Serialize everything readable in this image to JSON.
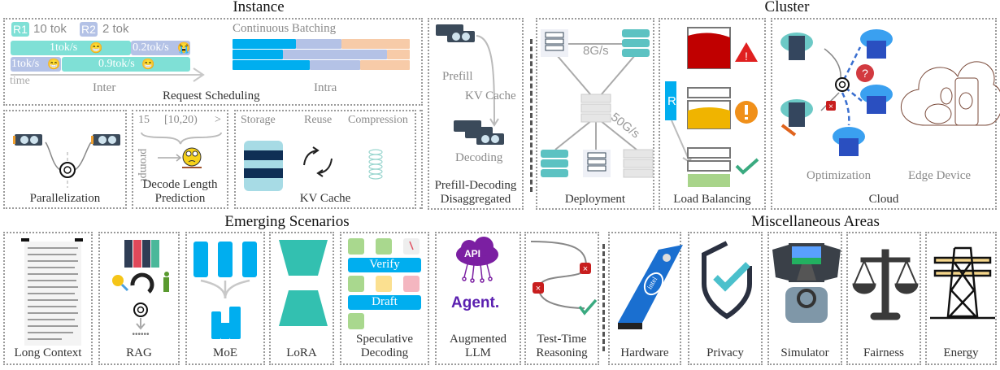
{
  "sections": {
    "instance": "Instance",
    "cluster": "Cluster",
    "emerging": "Emerging Scenarios",
    "misc": "Miscellaneous Areas"
  },
  "request_scheduling": {
    "title": "Request Scheduling",
    "inter": {
      "label": "Inter",
      "r1_tag": "R1",
      "r1_tok": "10 tok",
      "r2_tag": "R2",
      "r2_tok": "2 tok",
      "row1": [
        "1tok/s",
        "0.2tok/s"
      ],
      "row2": [
        "1tok/s",
        "0.9tok/s"
      ],
      "axis_label": "time",
      "r1_color": "#7fe0d6",
      "r2_color": "#b4c2e6"
    },
    "intra": {
      "label": "Intra",
      "heading": "Continuous Batching",
      "colors": [
        "#00aeef",
        "#b4c2e6",
        "#f7cba8"
      ]
    }
  },
  "parallelization": {
    "title": "Parallelization",
    "icons": [
      "gpu-icon",
      "openai-icon",
      "gpu-icon"
    ]
  },
  "decode_length": {
    "title_line1": "Decode Length",
    "title_line2": "Prediction",
    "bins": [
      "15",
      "[10,20)",
      ">"
    ],
    "input_label": "prompt"
  },
  "kv_cache": {
    "title": "KV Cache",
    "items": [
      "Storage",
      "Reuse",
      "Compression"
    ]
  },
  "pd_disagg": {
    "title_line1": "Prefill-Decoding",
    "title_line2": "Disaggregated",
    "prefill": "Prefill",
    "transfer": "KV Cache",
    "decoding": "Decoding"
  },
  "deployment": {
    "title": "Deployment",
    "link_top": "8G/s",
    "link_bottom": "50G/s"
  },
  "load_balancing": {
    "title": "Load Balancing",
    "request": "R",
    "status_colors": [
      "#c00000",
      "#f0b400",
      "#a8d48a"
    ]
  },
  "cloud": {
    "title": "Cloud",
    "optimization": "Optimization",
    "edge": "Edge Device"
  },
  "emerging_items": [
    {
      "label": "Long Context"
    },
    {
      "label": "RAG"
    },
    {
      "label": "MoE"
    },
    {
      "label": "LoRA"
    },
    {
      "label_line1": "Speculative",
      "label_line2": "Decoding",
      "verify": "Verify",
      "draft": "Draft"
    },
    {
      "label_line1": "Augmented",
      "label_line2": "LLM",
      "api": "API",
      "agent": "Agent."
    },
    {
      "label_line1": "Test-Time",
      "label_line2": "Reasoning"
    }
  ],
  "misc_items": [
    {
      "label": "Hardware",
      "brand": "intel"
    },
    {
      "label": "Privacy"
    },
    {
      "label": "Simulator"
    },
    {
      "label": "Fairness"
    },
    {
      "label": "Energy"
    }
  ]
}
